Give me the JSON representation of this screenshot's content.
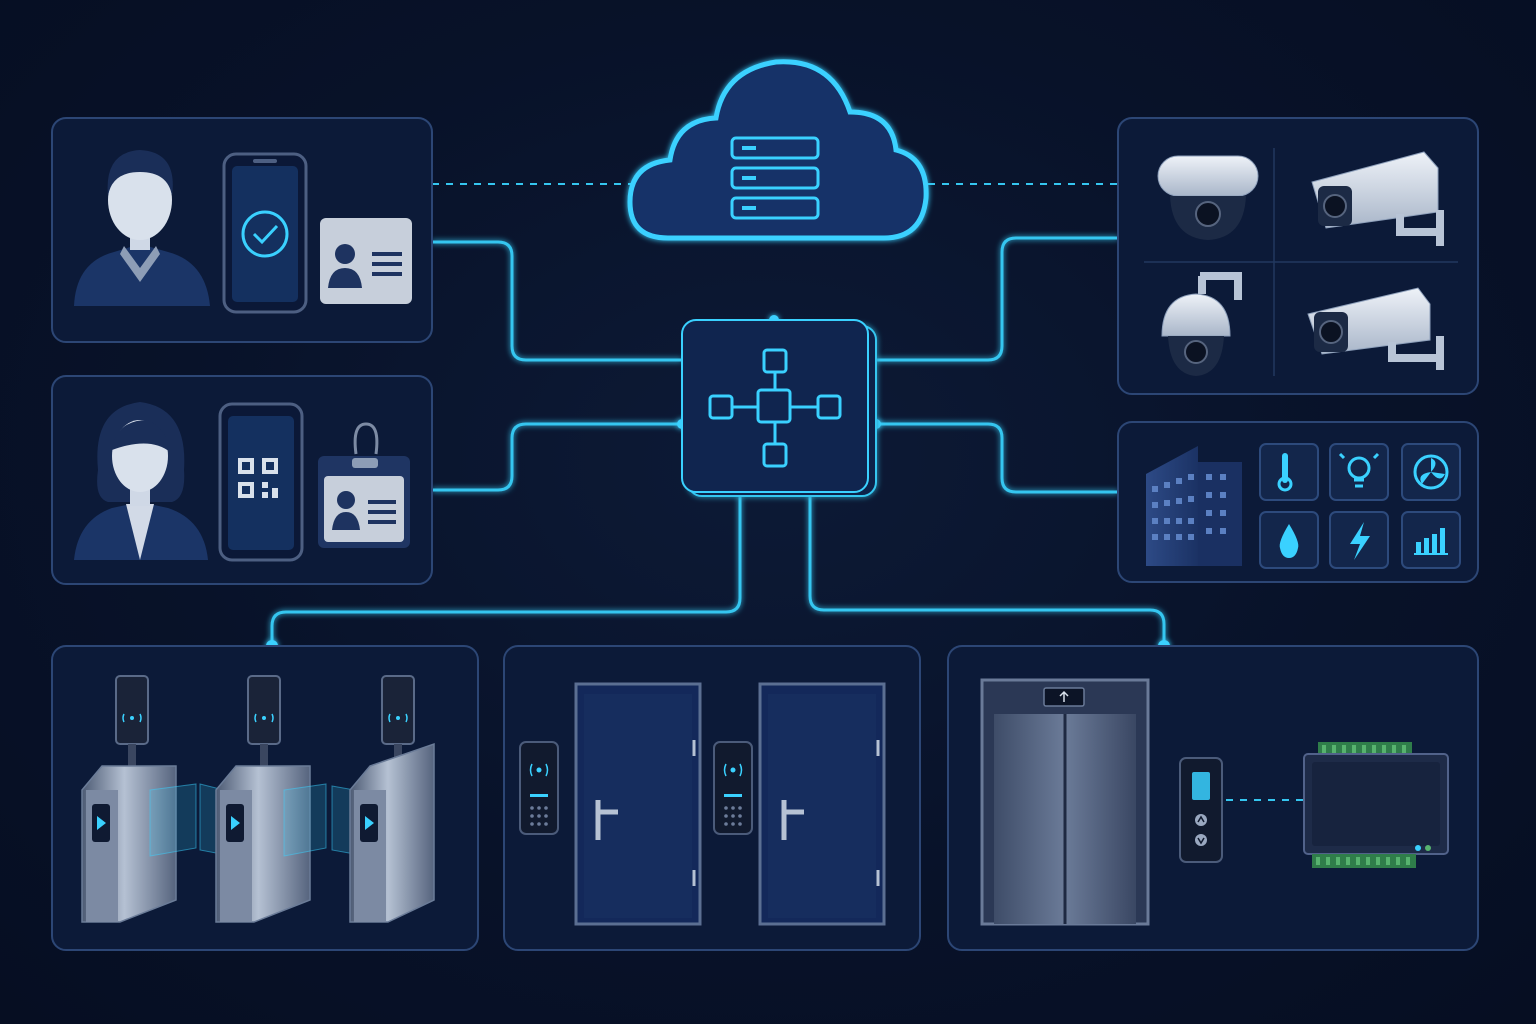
{
  "diagram": {
    "hub": {
      "icon": "network-hub-icon"
    },
    "cloud": {
      "icon": "cloud-server-icon"
    },
    "panels": [
      {
        "id": "user-credentials-male",
        "icons": [
          "male-user-icon",
          "phone-check-icon",
          "id-card-icon"
        ]
      },
      {
        "id": "user-credentials-female",
        "icons": [
          "female-user-icon",
          "phone-qr-code-icon",
          "badge-icon"
        ]
      },
      {
        "id": "surveillance-cameras",
        "icons": [
          "dome-camera-icon",
          "bullet-camera-icon",
          "ptz-camera-icon",
          "bullet-camera-icon"
        ]
      },
      {
        "id": "building-management",
        "icons": [
          "building-icon",
          "thermometer-icon",
          "lightbulb-icon",
          "fan-icon",
          "water-drop-icon",
          "lightning-icon",
          "bar-chart-icon"
        ]
      },
      {
        "id": "turnstile-gates",
        "icons": [
          "turnstile-icon",
          "turnstile-icon",
          "turnstile-icon"
        ]
      },
      {
        "id": "access-doors",
        "icons": [
          "door-icon",
          "door-icon",
          "card-reader-icon",
          "card-reader-icon"
        ]
      },
      {
        "id": "elevator-control",
        "icons": [
          "elevator-icon",
          "call-panel-icon",
          "controller-module-icon"
        ]
      }
    ],
    "accent_color": "#35c6f0",
    "panel_color": "#0c1a38",
    "background_color": "#081229"
  }
}
